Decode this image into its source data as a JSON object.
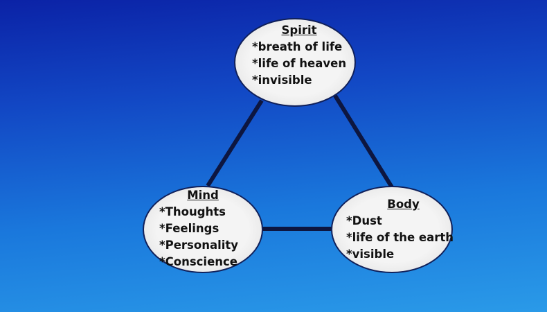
{
  "nodes": {
    "spirit": {
      "title": "Spirit",
      "items": [
        "*breath of life",
        "*life of heaven",
        "*invisible"
      ]
    },
    "mind": {
      "title": "Mind",
      "items": [
        "*Thoughts",
        "*Feelings",
        "*Personality",
        "*Conscience"
      ]
    },
    "body": {
      "title": "Body",
      "items": [
        "*Dust",
        "*life of the earth",
        "*visible"
      ]
    }
  },
  "colors": {
    "connector": "#0d1640",
    "node_fill": "#f2f2f2"
  }
}
